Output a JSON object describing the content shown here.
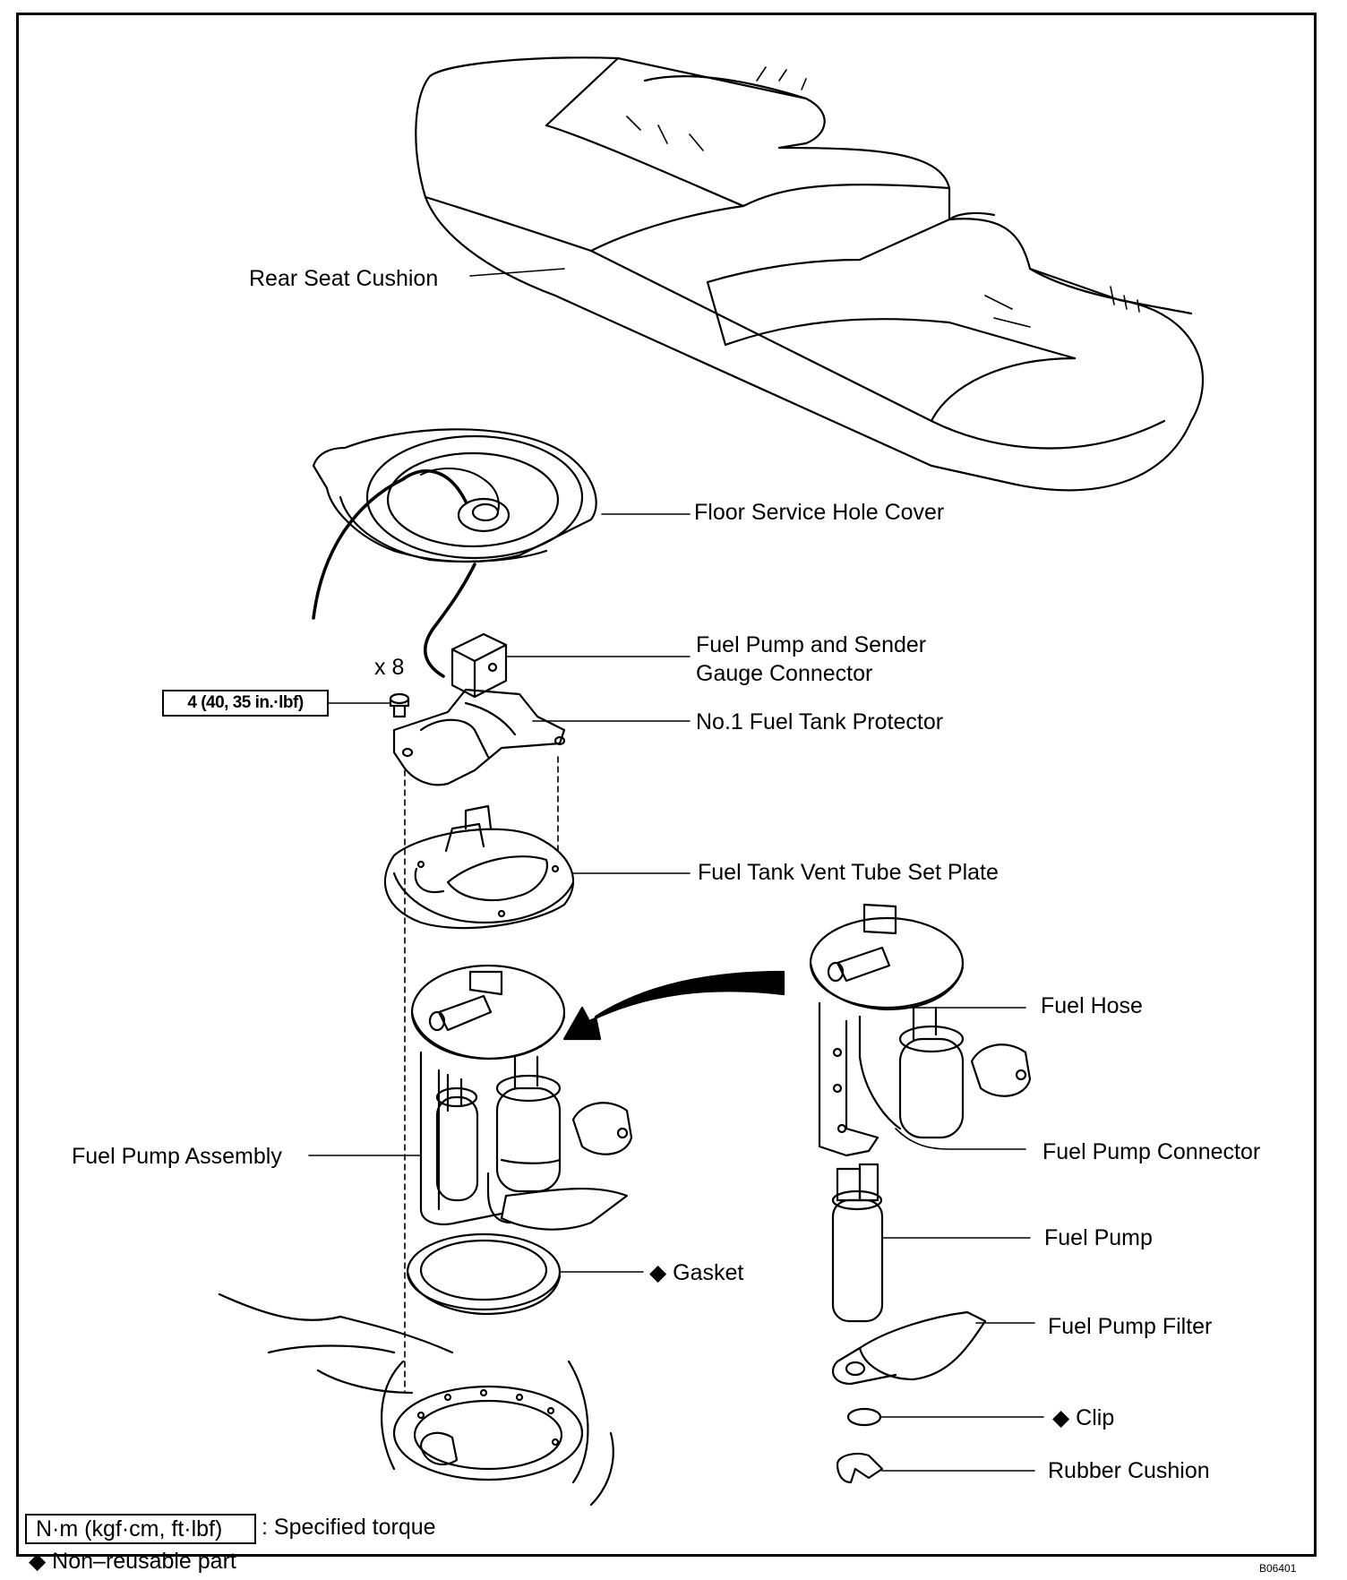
{
  "labels": {
    "rear_seat_cushion": "Rear Seat Cushion",
    "floor_service_hole_cover": "Floor Service Hole Cover",
    "connector_line1": "Fuel Pump and Sender",
    "connector_line2": "Gauge Connector",
    "tank_protector": "No.1 Fuel Tank Protector",
    "vent_tube_set_plate": "Fuel Tank Vent Tube Set Plate",
    "fuel_hose": "Fuel Hose",
    "fuel_pump_connector": "Fuel Pump Connector",
    "fuel_pump_assembly": "Fuel Pump Assembly",
    "fuel_pump": "Fuel Pump",
    "gasket": "◆ Gasket",
    "fuel_pump_filter": "Fuel Pump Filter",
    "clip": "◆ Clip",
    "rubber_cushion": "Rubber Cushion"
  },
  "torque": {
    "value": "4 (40, 35 in.·lbf)",
    "quantity": "x 8"
  },
  "legend": {
    "unit_box": "N·m (kgf·cm, ft·lbf)",
    "unit_text": ": Specified torque",
    "non_reusable": "◆ Non–reusable part"
  },
  "figure_id": "B06401"
}
